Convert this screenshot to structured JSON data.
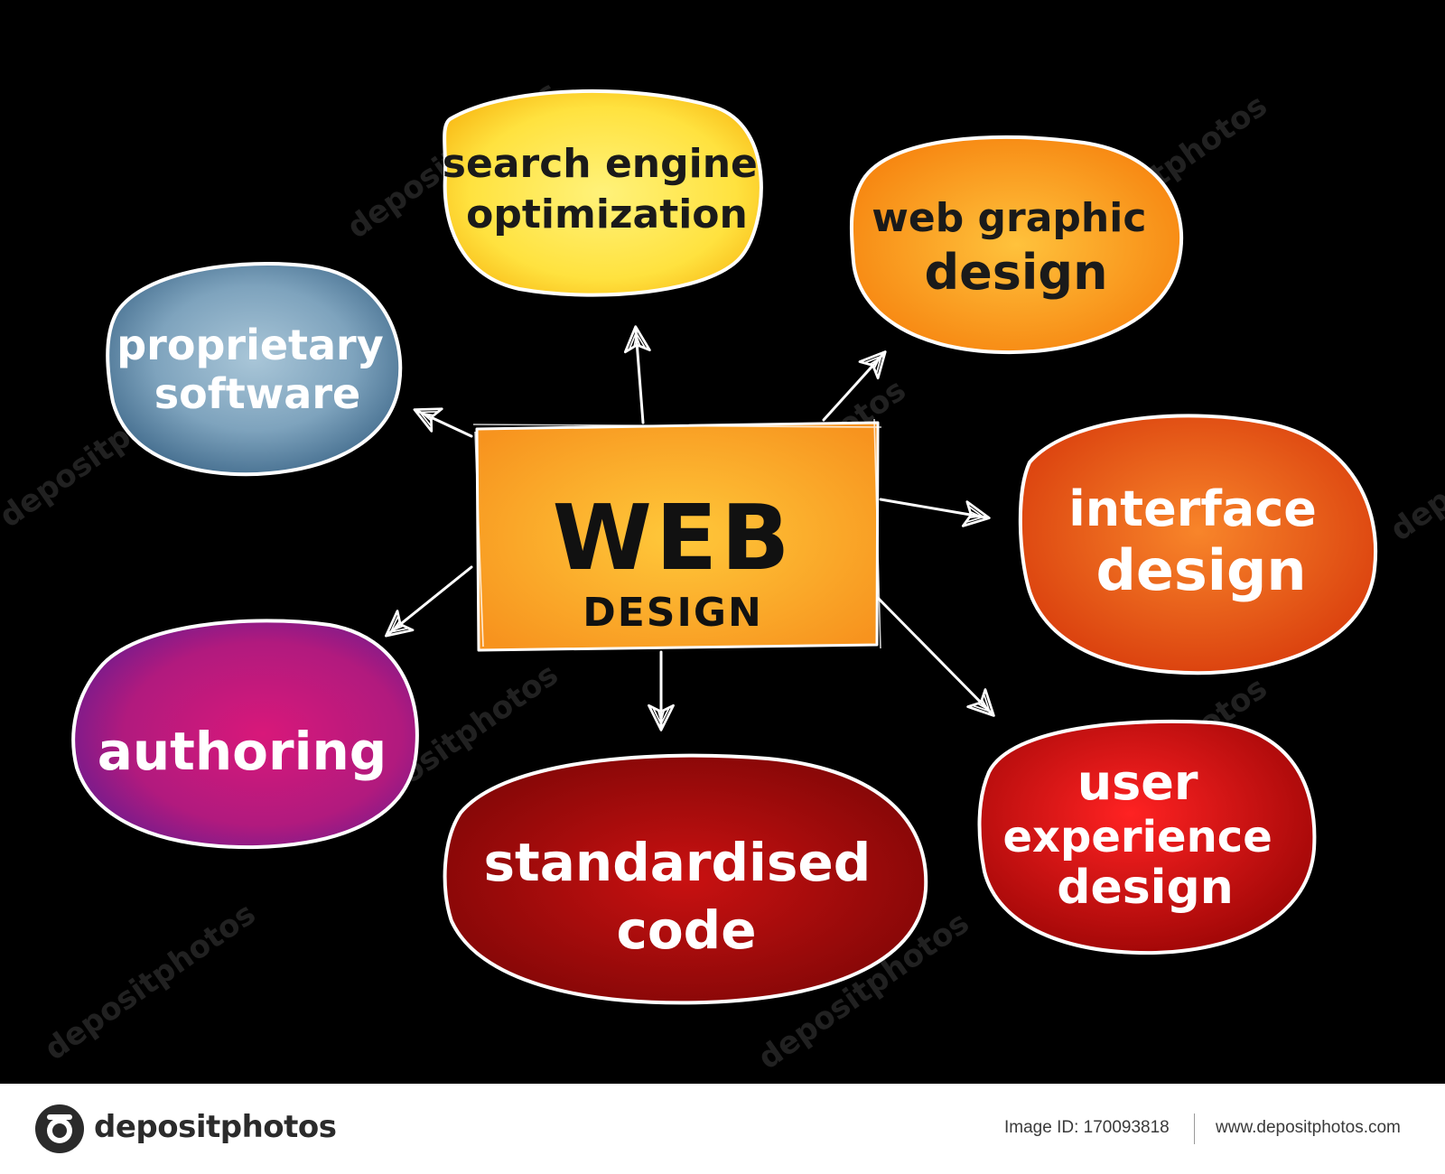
{
  "center": {
    "title": "WEB",
    "subtitle": "DESIGN",
    "color": "#f7a01e"
  },
  "nodes": [
    {
      "id": "seo",
      "lines": [
        "search engine",
        "optimization"
      ],
      "fill": "#ffe95a",
      "fill_edge": "#f9c51a",
      "text_color": "#1a1a1a"
    },
    {
      "id": "graphic",
      "lines": [
        "web graphic",
        "design"
      ],
      "fill": "#ffb22e",
      "fill_edge": "#f6870f",
      "text_color": "#1a1a1a"
    },
    {
      "id": "proprietary",
      "lines": [
        "proprietary",
        "software"
      ],
      "fill": "#8fb1c6",
      "fill_edge": "#3f6a8c",
      "text_color": "#ffffff"
    },
    {
      "id": "interface",
      "lines": [
        "interface",
        "design"
      ],
      "fill": "#f47a1f",
      "fill_edge": "#d23a0b",
      "text_color": "#ffffff"
    },
    {
      "id": "authoring",
      "lines": [
        "authoring"
      ],
      "fill": "#d11a73",
      "fill_edge": "#6a1c8e",
      "text_color": "#ffffff"
    },
    {
      "id": "ux",
      "lines": [
        "user",
        "experience",
        "design"
      ],
      "fill": "#ee1111",
      "fill_edge": "#9a0606",
      "text_color": "#ffffff"
    },
    {
      "id": "code",
      "lines": [
        "standardised",
        "code"
      ],
      "fill": "#c21010",
      "fill_edge": "#7a0606",
      "text_color": "#ffffff"
    }
  ],
  "watermark": {
    "text": "depositphotos"
  },
  "footer": {
    "brand": "depositphotos",
    "image_id": "Image ID: 170093818",
    "url": "www.depositphotos.com"
  }
}
